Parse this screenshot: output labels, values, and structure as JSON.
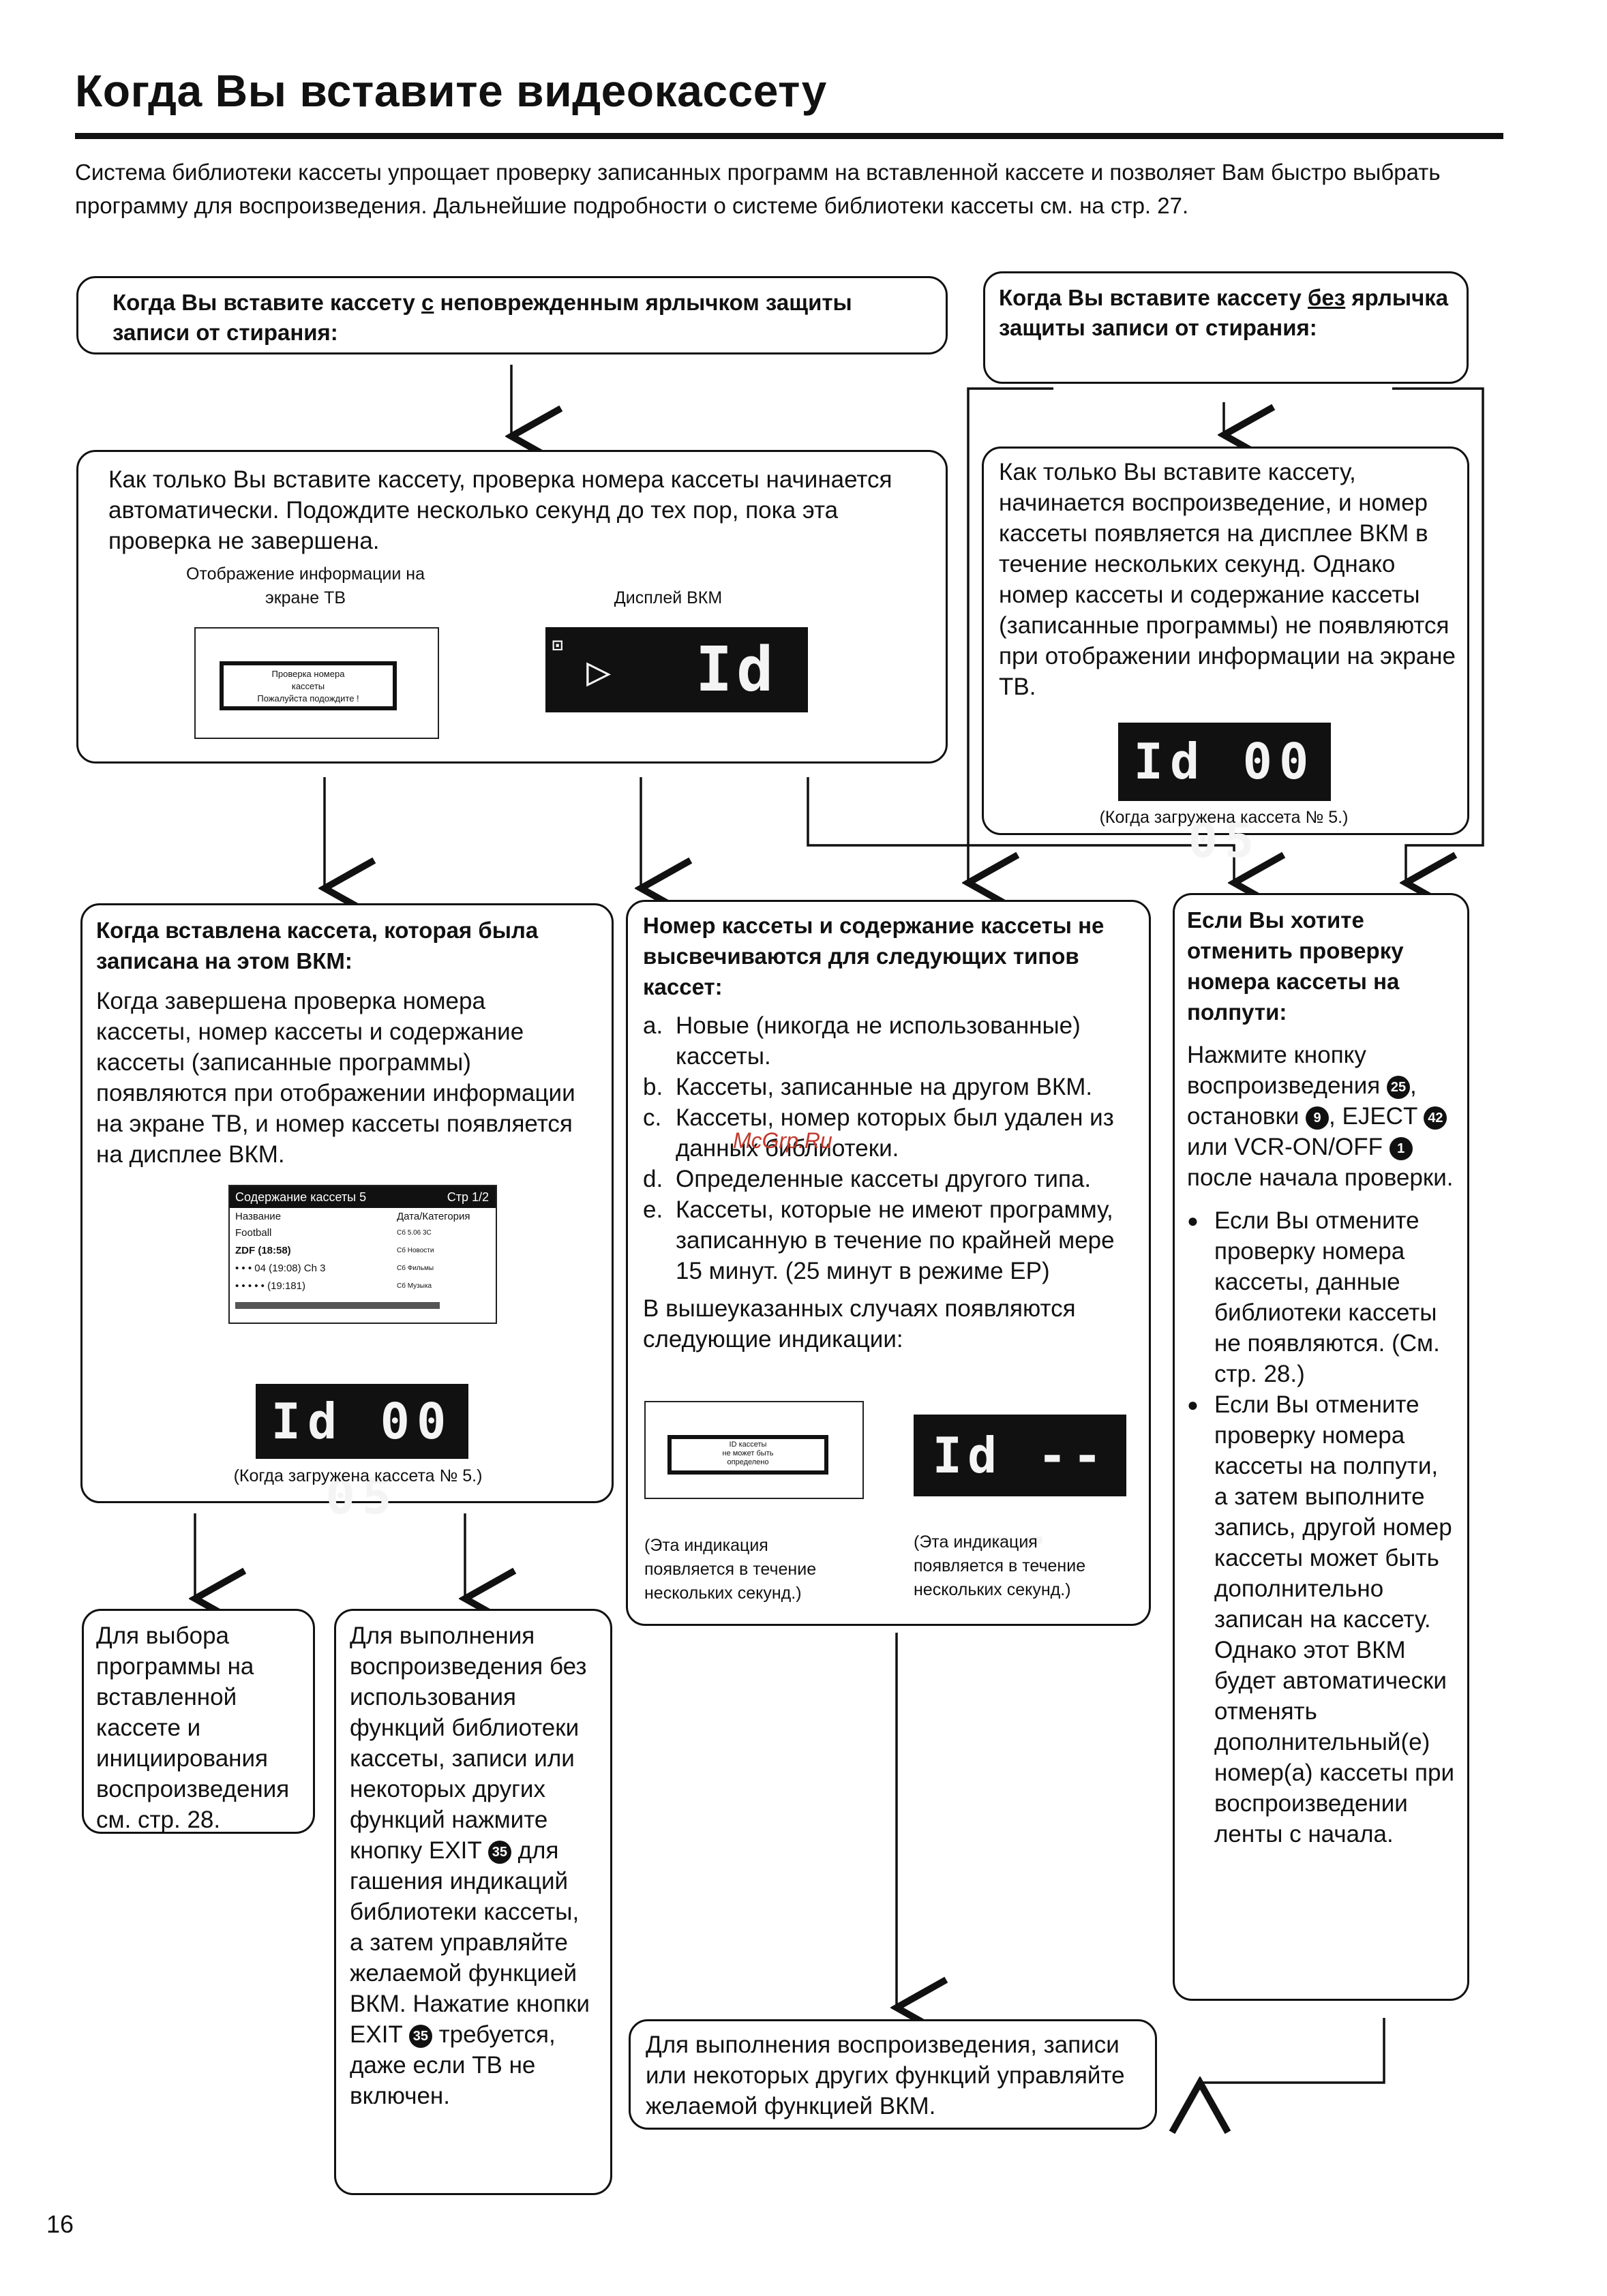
{
  "page": {
    "title": "Когда Вы вставите видеокассету",
    "intro": "Система библиотеки кассеты упрощает проверку записанных программ на вставленной кассете и позволяет Вам быстро выбрать программу для воспроизведения. Дальнейшие подробности о системе библиотеки кассеты см. на стр. 27.",
    "page_number": "16",
    "watermark": "McGrp.Ru"
  },
  "box_with_tab": {
    "pre": "Когда Вы вставите кассету ",
    "underlined": "с",
    "post": " неповрежденным ярлычком защиты записи от стирания:"
  },
  "box_without_tab": {
    "pre": "Когда Вы вставите кассету ",
    "underlined": "без",
    "post": " ярлычка защиты записи от стирания:"
  },
  "box_auto_check": {
    "text": "Как только Вы вставите кассету, проверка номера кассеты начинается автоматически. Подождите несколько секунд до тех пор, пока эта проверка не завершена.",
    "tv_caption": "Отображение информации на экране ТВ",
    "vcr_caption": "Дисплей ВКМ",
    "tv_msg_line1": "Проверка номера",
    "tv_msg_line2": "кассеты",
    "tv_msg_line3": "Пожалуйста подождите !",
    "lcd_small": "⊡",
    "lcd_text": "Id"
  },
  "box_playback_start": {
    "text": "Как только Вы вставите кассету, начинается воспроизведение, и номер кассеты появляется на дисплее ВКМ в течение нескольких секунд. Однако номер кассеты и содержание кассеты (записанные программы) не появляются при отображении информации на экране ТВ.",
    "lcd_text": "Id 00 05",
    "caption": "(Когда загружена кассета № 5.)"
  },
  "box_recorded_here": {
    "head": "Когда вставлена кассета, которая была записана на этом ВКМ:",
    "text": "Когда завершена проверка номера кассеты, номер кассеты и содержание кассеты (записанные программы) появляются при отображении информации на экране ТВ, и номер кассеты появляется на дисплее ВКМ.",
    "menu": {
      "header_left": "Содержание кассеты 5",
      "header_right": "Стр  1/2",
      "col_name": "Название",
      "col_date": "Дата/Категория",
      "row1": "Football",
      "row2": "ZDF (18:58)",
      "row3": "• • • 04 (19:08) Ch 3",
      "row4": "• • • • •  (19:181)",
      "row1_right": "Сб  5.06 3С",
      "row2_right": "Сб  Новости",
      "row3_right": "Сб  Фильмы",
      "row4_right": "Сб  Музыка"
    },
    "lcd_text": "Id 00 05",
    "caption": "(Когда загружена кассета № 5.)"
  },
  "box_not_shown": {
    "head": "Номер кассеты и содержание кассеты не высвечиваются для следующих типов кассет:",
    "items": [
      {
        "letter": "a.",
        "text": "Новые (никогда не использованные) кассеты."
      },
      {
        "letter": "b.",
        "text": "Кассеты, записанные на другом ВКМ."
      },
      {
        "letter": "c.",
        "text": "Кассеты, номер которых был удален из данных библиотеки."
      },
      {
        "letter": "d.",
        "text": "Определенные кассеты другого типа."
      },
      {
        "letter": "e.",
        "text": "Кассеты, которые не имеют программу, записанную в течение по крайней мере 15 минут. (25 минут в режиме ЕР)"
      }
    ],
    "after": "В вышеуказанных случаях появляются следующие индикации:",
    "tv_msg_line1": "ID кассеты",
    "tv_msg_line2": "не может быть",
    "tv_msg_line3": "определено",
    "lcd_text": "Id -- --",
    "caption_left": "(Эта индикация появляется в течение нескольких секунд.)",
    "caption_right": "(Эта индикация появляется в течение нескольких секунд.)"
  },
  "box_cancel": {
    "head": "Если Вы хотите отменить проверку номера кассеты на полпути:",
    "text_pre": "Нажмите кнопку воспроизведения ",
    "n25": "25",
    "text_mid1": ", остановки ",
    "n9": "9",
    "text_mid2": ", EJECT ",
    "n42": "42",
    "text_mid3": " или VCR-ON/OFF ",
    "n1": "1",
    "text_post": " после начала проверки.",
    "bullets": [
      "Если Вы отмените проверку номера кассеты, данные библиотеки кассеты не появляются. (См. стр. 28.)",
      "Если Вы отмените проверку номера кассеты на полпути, а затем выполните запись, другой номер кассеты может быть дополнительно записан на кассету. Однако этот ВКМ будет автоматически отменять дополнительный(е) номер(а) кассеты при воспроизведении ленты с начала."
    ]
  },
  "box_select_program": {
    "text": "Для выбора программы на вставленной кассете и инициирования воспроизведения см. стр. 28."
  },
  "box_exit": {
    "text_pre": "Для выполнения воспроизведения без использования функций библиотеки кассеты, записи или некоторых других функций нажмите кнопку EXIT ",
    "n35": "35",
    "text_mid": " для гашения индикаций библиотеки кассеты, а затем управляйте желаемой функцией ВКМ. Нажатие кнопки EXIT ",
    "text_post": " требуется, даже если ТВ не включен."
  },
  "box_final": {
    "text": "Для выполнения воспроизведения, записи или некоторых других функций управляйте желаемой функцией ВКМ."
  }
}
